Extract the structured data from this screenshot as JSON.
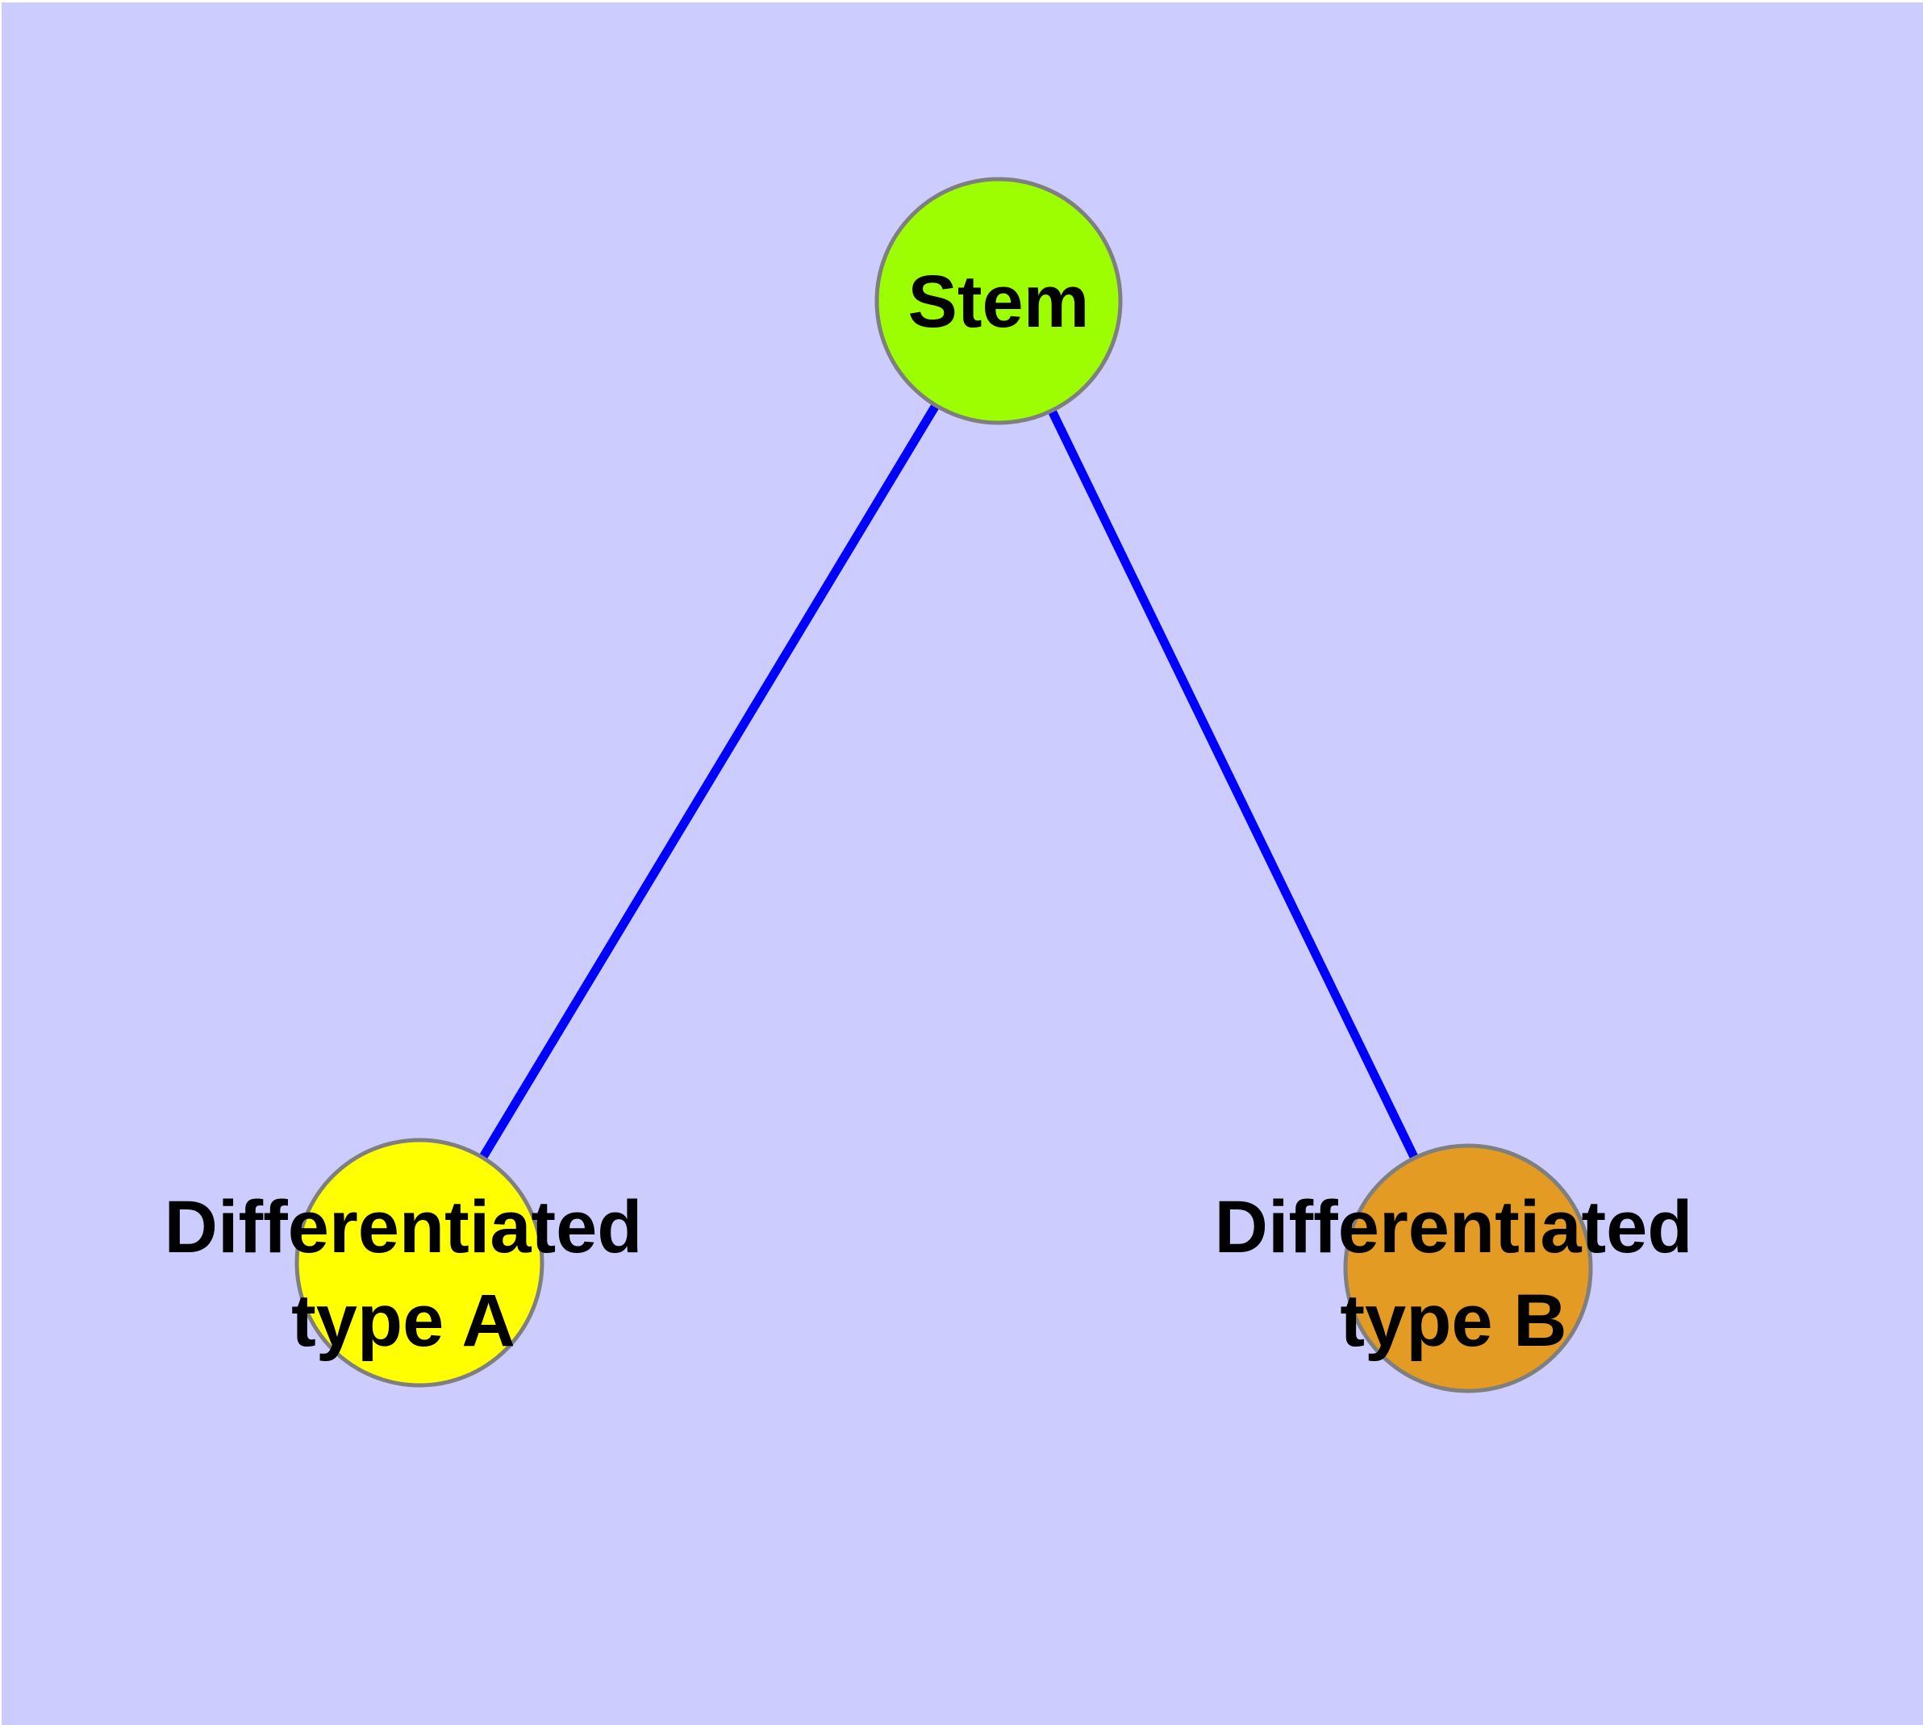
{
  "diagram": {
    "type": "node-link-diagram",
    "colors": {
      "background": "#CCCCFF",
      "edge": "#0000FF",
      "node_border": "#7F7F7F",
      "label_text": "#000000"
    },
    "nodes": {
      "stem": {
        "label": "Stem",
        "color": "#9CFE00"
      },
      "type_a": {
        "label": "Differentiated type A",
        "label_line1": "Differentiated",
        "label_line2": "type A",
        "color": "#FFFF00"
      },
      "type_b": {
        "label": "Differentiated type B",
        "label_line1": "Differentiated",
        "label_line2": "type B",
        "color": "#E39B23"
      }
    },
    "edges": [
      {
        "from": "Stem",
        "to": "Differentiated type A"
      },
      {
        "from": "Stem",
        "to": "Differentiated type B"
      }
    ]
  }
}
